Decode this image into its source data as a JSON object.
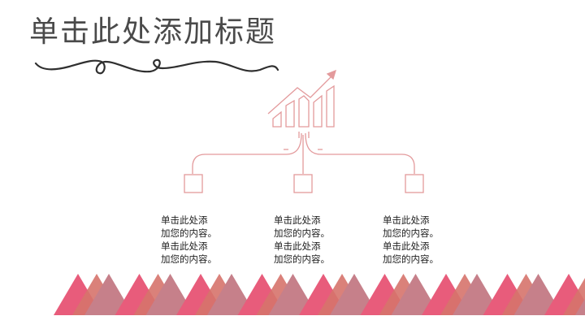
{
  "slide": {
    "title": "单击此处添加标题",
    "colors": {
      "title_text": "#4a4a4a",
      "diagram_stroke": "#e39a9c",
      "triangle_pink": "#e85c7b",
      "triangle_salmon": "#d6736c",
      "triangle_mauve": "#c6808a"
    },
    "diagram_icon": "growth-bar-chart-icon",
    "text_blocks": [
      {
        "lines": [
          "单击此处添",
          "加您的内容。",
          "单击此处添",
          "加您的内容。"
        ]
      },
      {
        "lines": [
          "单击此处添",
          "加您的内容。",
          "单击此处添",
          "加您的内容。"
        ]
      },
      {
        "lines": [
          "单击此处添",
          "加您的内容。",
          "单击此处添",
          "加您的内容。"
        ]
      }
    ],
    "decoration": {
      "mountain_groups": 9
    }
  }
}
